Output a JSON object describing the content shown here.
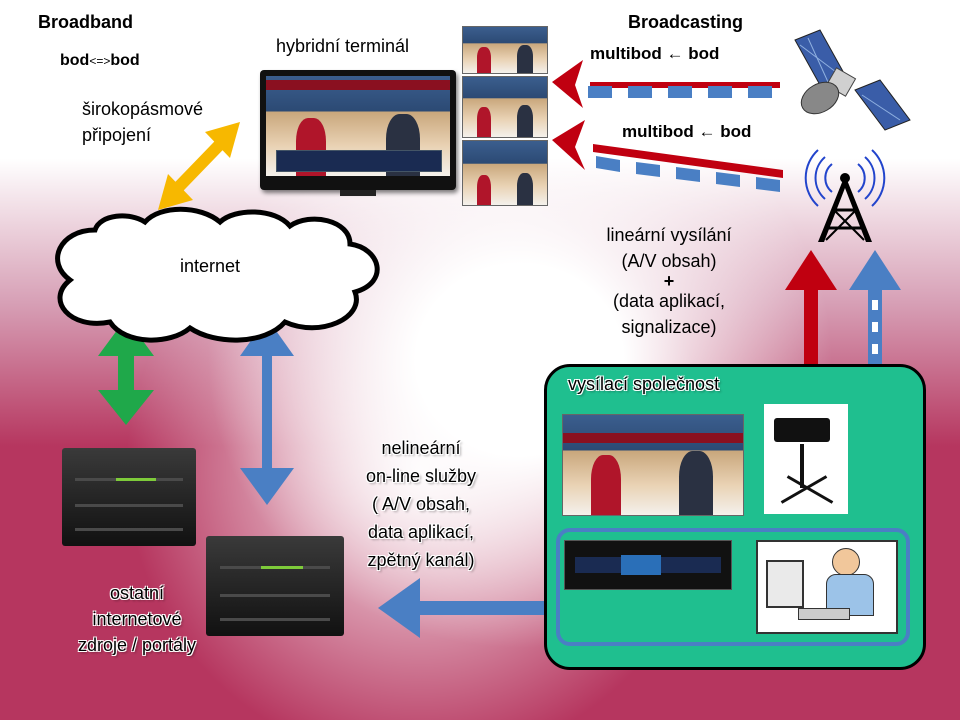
{
  "broadband": {
    "title": "Broadband",
    "mode_left": "bod",
    "mode_arrow": "<=>",
    "mode_right": "bod",
    "connection_line1": "širokopásmové",
    "connection_line2": "připojení"
  },
  "terminal": {
    "label": "hybridní terminál"
  },
  "broadcasting": {
    "title": "Broadcasting",
    "satellite_label": "multibod ← bod",
    "terrestrial_label": "multibod ← bod"
  },
  "internet": {
    "label": "internet"
  },
  "linear": {
    "line1": "lineární vysílání",
    "line2": "(A/V obsah)",
    "plus": "+",
    "line3": "(data aplikací,",
    "line4": "signalizace)"
  },
  "nonlinear": {
    "line1": "nelineární",
    "line2": "on-line služby",
    "line3": "( A/V obsah,",
    "line4": "data aplikací,",
    "line5": "zpětný kanál)"
  },
  "sources": {
    "line1": "ostatní",
    "line2": "internetové",
    "line3": "zdroje / portály"
  },
  "broadcaster": {
    "label": "vysílací společnost"
  },
  "colors": {
    "green_box": "#1fbf8f",
    "arrow_red": "#c00010",
    "arrow_blue": "#4a7fc4",
    "arrow_green": "#1fa84a",
    "arrow_yellow": "#f7b800",
    "background_magenta": "#b6365f"
  }
}
